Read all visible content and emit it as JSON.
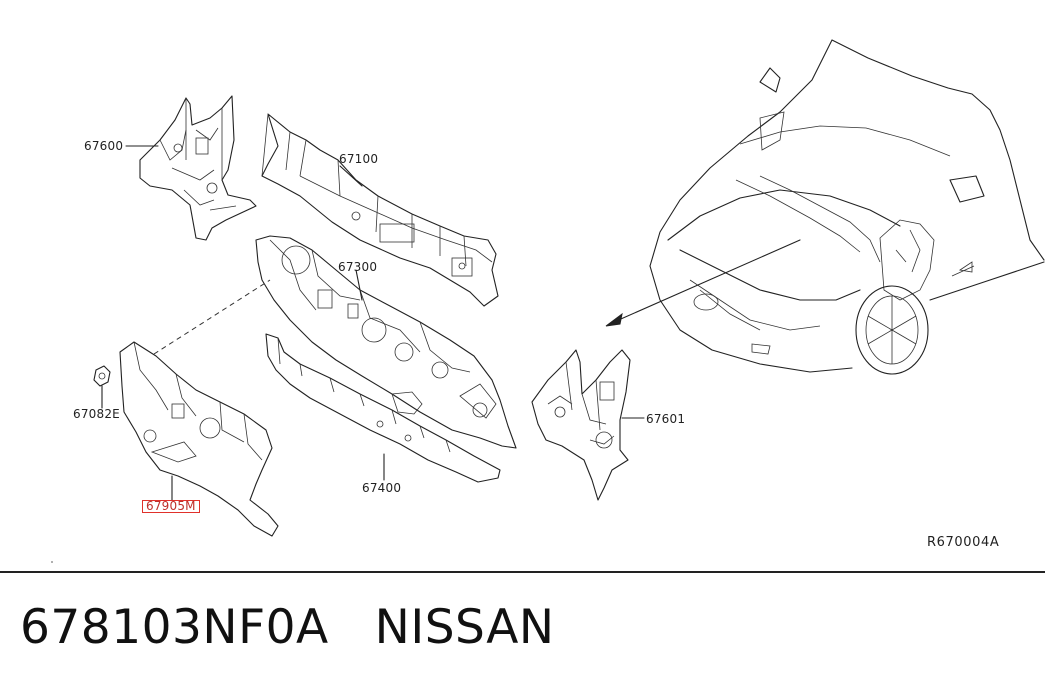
{
  "diagram": {
    "callouts": [
      {
        "id": "67600",
        "text": "67600",
        "highlighted": false
      },
      {
        "id": "67100",
        "text": "67100",
        "highlighted": false
      },
      {
        "id": "67300",
        "text": "67300",
        "highlighted": false
      },
      {
        "id": "67082E",
        "text": "67082E",
        "highlighted": false
      },
      {
        "id": "67905M",
        "text": "67905M",
        "highlighted": true
      },
      {
        "id": "67400",
        "text": "67400",
        "highlighted": false
      },
      {
        "id": "67601",
        "text": "67601",
        "highlighted": false
      }
    ],
    "reference_code": "R670004A",
    "highlight_color": "#e0312b"
  },
  "footer": {
    "part_number": "678103NF0A",
    "brand": "NISSAN"
  }
}
